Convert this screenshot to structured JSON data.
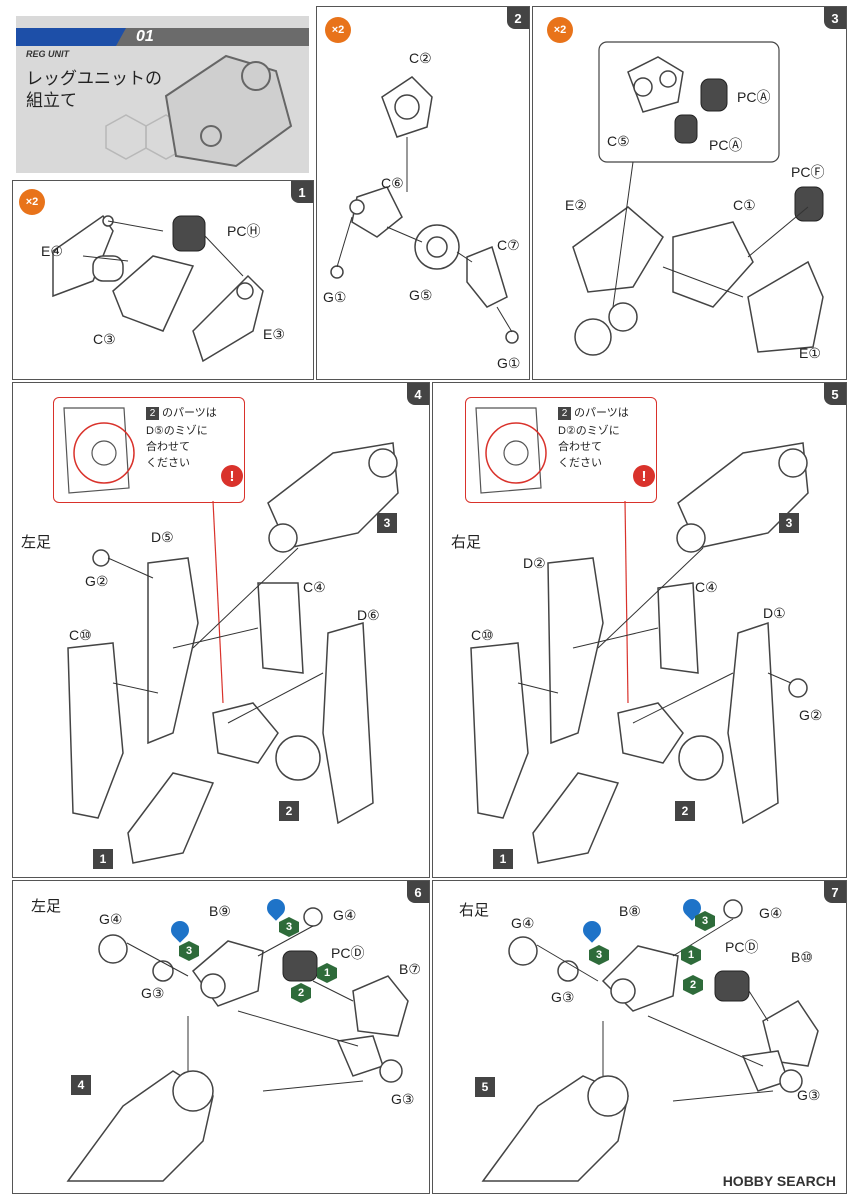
{
  "header": {
    "unit_code": "01",
    "unit_tag": "REG UNIT",
    "title_line1": "レッグユニットの",
    "title_line2": "組立て"
  },
  "steps": {
    "s1": {
      "number": "1",
      "multiplier": "×2",
      "parts": [
        "E④",
        "PCⒽ",
        "C③",
        "E③"
      ]
    },
    "s2": {
      "number": "2",
      "multiplier": "×2",
      "parts": [
        "C②",
        "C⑥",
        "C⑦",
        "G①",
        "G⑤",
        "G①"
      ]
    },
    "s3": {
      "number": "3",
      "multiplier": "×2",
      "parts": [
        "PCⒶ",
        "C⑤",
        "PCⒶ",
        "PCⒻ",
        "E②",
        "C①",
        "E①"
      ]
    },
    "s4": {
      "number": "4",
      "side": "左足",
      "note_ref": "2",
      "note_l1": "のパーツは",
      "note_l2": "D⑤のミゾに",
      "note_l3": "合わせて",
      "note_l4": "ください",
      "warn": "!",
      "parts": [
        "D⑤",
        "G②",
        "C④",
        "C⑩",
        "D⑥"
      ],
      "refs": [
        "3",
        "2",
        "1"
      ]
    },
    "s5": {
      "number": "5",
      "side": "右足",
      "note_ref": "2",
      "note_l1": "のパーツは",
      "note_l2": "D②のミゾに",
      "note_l3": "合わせて",
      "note_l4": "ください",
      "warn": "!",
      "parts": [
        "D②",
        "C④",
        "C⑩",
        "D①",
        "G②"
      ],
      "refs": [
        "3",
        "2",
        "1"
      ]
    },
    "s6": {
      "number": "6",
      "side": "左足",
      "parts": [
        "G④",
        "B⑨",
        "G④",
        "PCⒹ",
        "B⑦",
        "G③",
        "G③"
      ],
      "refs": [
        "4"
      ],
      "order": [
        "3",
        "3",
        "1",
        "2"
      ]
    },
    "s7": {
      "number": "7",
      "side": "右足",
      "parts": [
        "G④",
        "B⑧",
        "G④",
        "PCⒹ",
        "B⑩",
        "G③",
        "G③"
      ],
      "refs": [
        "5"
      ],
      "order": [
        "3",
        "3",
        "1",
        "2"
      ]
    }
  },
  "watermark": "HOBBY SEARCH",
  "colors": {
    "orange": "#e8731a",
    "red": "#d9322b",
    "green": "#2e6b3a",
    "blue": "#1e73c8",
    "dark": "#444444"
  }
}
